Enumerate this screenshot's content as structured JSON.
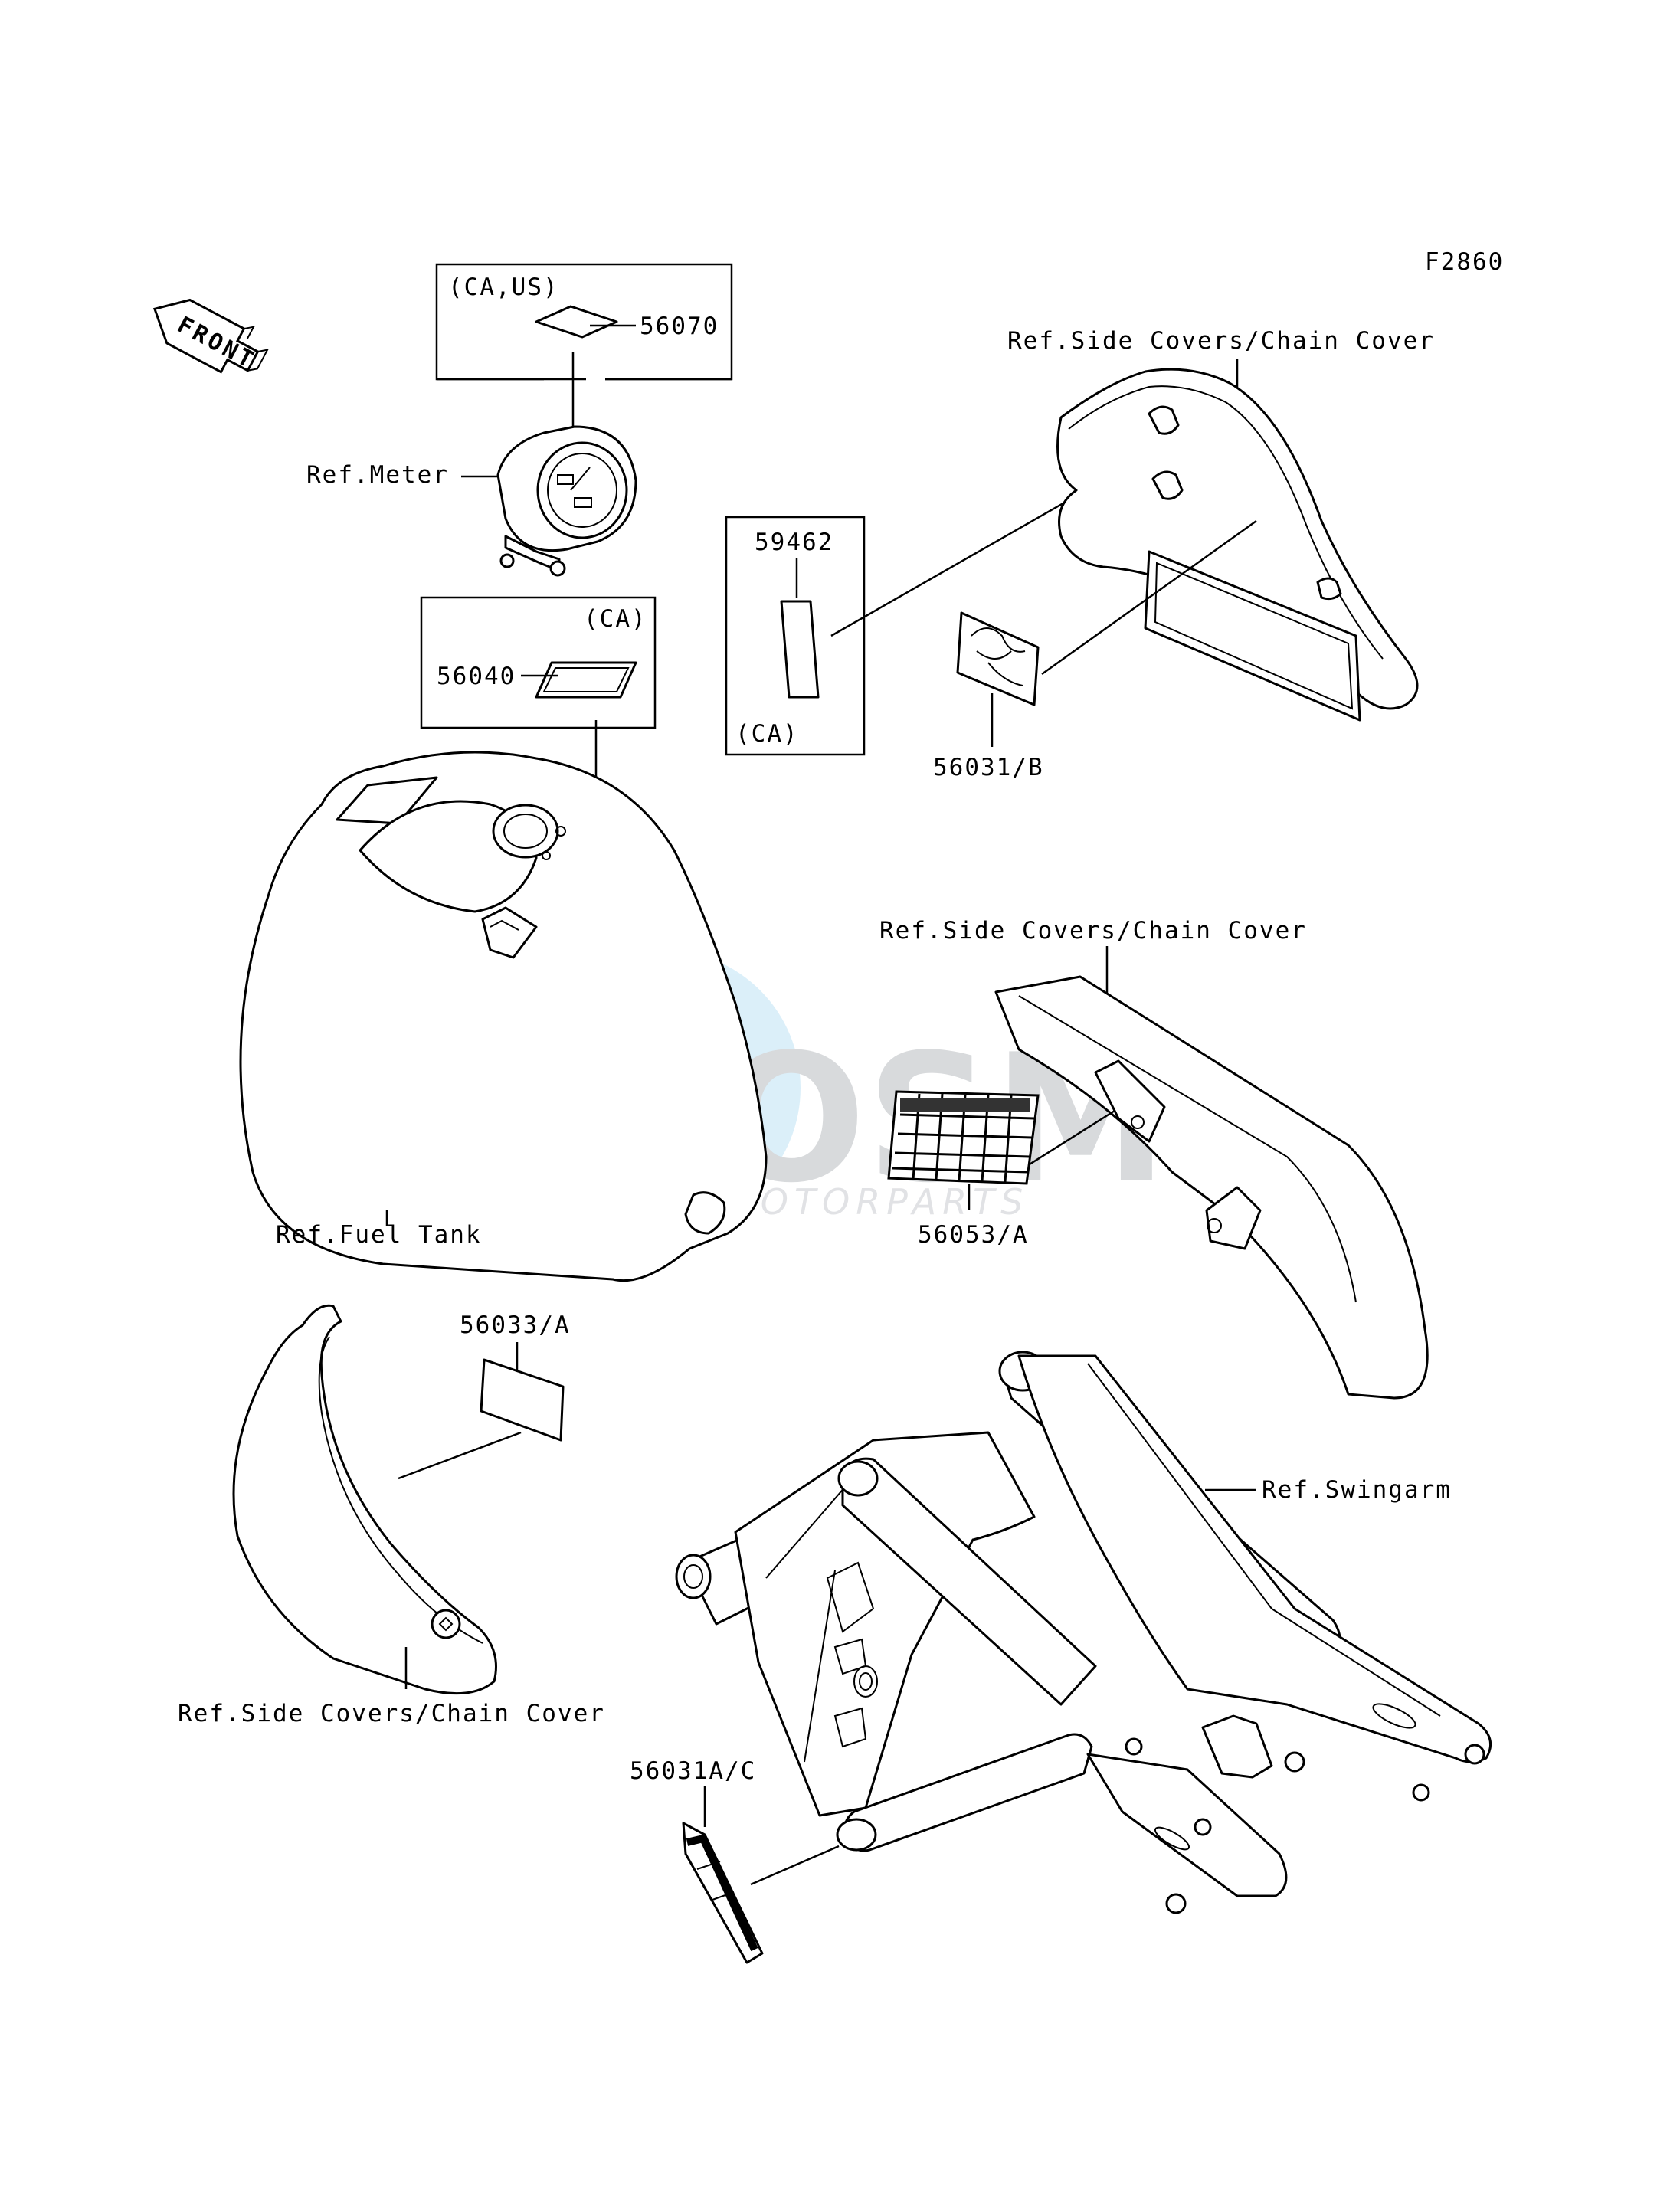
{
  "figure_code": "F2860",
  "front_arrow": "FRONT",
  "watermark": {
    "brand": "OSM",
    "sub": "MOTORPARTS"
  },
  "callouts": {
    "region_ca_us": "(CA,US)",
    "p56070": "56070",
    "ref_meter": "Ref.Meter",
    "region_ca_1": "(CA)",
    "p56040": "56040",
    "p59462": "59462",
    "region_ca_2": "(CA)",
    "ref_side_covers_1": "Ref.Side Covers/Chain Cover",
    "p56031b": "56031/B",
    "ref_side_covers_2": "Ref.Side Covers/Chain Cover",
    "p56053a": "56053/A",
    "ref_fuel_tank": "Ref.Fuel Tank",
    "p56033a": "56033/A",
    "ref_swingarm": "Ref.Swingarm",
    "ref_side_covers_3": "Ref.Side Covers/Chain Cover",
    "p56031ac": "56031A/C"
  }
}
